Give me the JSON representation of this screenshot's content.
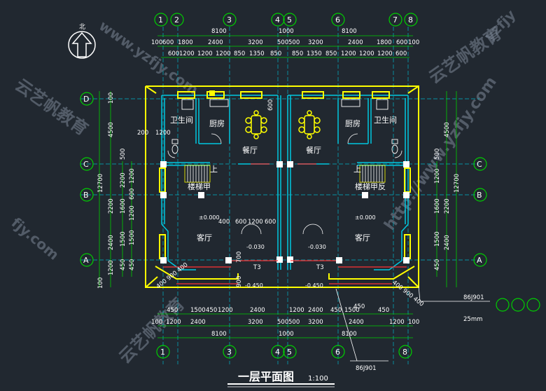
{
  "title": "一层平面图",
  "scale": "1:100",
  "north_label": "北",
  "axes_x": [
    "1",
    "2",
    "3",
    "4",
    "5",
    "6",
    "7",
    "8"
  ],
  "axes_y": [
    "D",
    "C",
    "B",
    "A"
  ],
  "dims": {
    "top_total": [
      "8100",
      "1000",
      "8100"
    ],
    "top_row1": [
      "100",
      "600",
      "1800",
      "2400",
      "3200",
      "500",
      "500",
      "3200",
      "2400",
      "1800",
      "600",
      "100"
    ],
    "top_row2": [
      "600",
      "1200",
      "1200",
      "1200",
      "850",
      "1350",
      "850",
      "850",
      "1350",
      "850",
      "1200",
      "1200",
      "1200",
      "600"
    ],
    "bottom_row1": [
      "450",
      "1500",
      "450",
      "1200",
      "2400",
      "1200",
      "2400",
      "450",
      "1500",
      "450"
    ],
    "bottom_row2": [
      "100",
      "1200",
      "2400",
      "3200",
      "500",
      "500",
      "3200",
      "2400",
      "1200",
      "100"
    ],
    "bottom_total": [
      "8100",
      "1000",
      "8100"
    ],
    "left_outer": [
      "100",
      "4500",
      "12700",
      "2200",
      "2400",
      "1200",
      "100"
    ],
    "left_inner": [
      "500",
      "2200",
      "1600",
      "1500",
      "450"
    ],
    "left_inner2": [
      "1200",
      "600",
      "1200",
      "1500",
      "450"
    ],
    "right_outer": [
      "4500",
      "12700",
      "2200",
      "2400"
    ],
    "right_inner": [
      "500",
      "1200",
      "1600",
      "1500",
      "450"
    ]
  },
  "rooms": {
    "bath_l": "卫生间",
    "kitchen_l": "厨房",
    "dining_l": "餐厅",
    "stair_l": "楼梯甲",
    "living_l": "客厅",
    "up_l": "上",
    "bath_r": "卫生间",
    "kitchen_r": "厨房",
    "dining_r": "餐厅",
    "stair_r": "楼梯甲反",
    "living_r": "客厅",
    "up_r": "上"
  },
  "labels": {
    "dim_200": "200",
    "dim_1200": "1200",
    "level_000_l": "±0.000",
    "level_000_r": "±0.000",
    "level_003_l": "-0.030",
    "level_003_r": "-0.030",
    "level_045_l": "-0.450",
    "level_045_r": "-0.450",
    "win_top": "600",
    "living_top": [
      "400",
      "600",
      "1200",
      "600"
    ],
    "door_700": "700",
    "door_900": "900",
    "bay_l": "400 900 400",
    "bay_r": "400 900 400",
    "t3_l": "T3",
    "t3_r": "T3",
    "ref_86": "86J901",
    "ref_86b": "86J901",
    "ref_25": "25mm",
    "dim_450_right": "450"
  },
  "watermarks": [
    "云艺帆教育",
    "www.yzfjy.com",
    "http://www.yzfjy.com",
    "云艺帆教育",
    "云艺帆教育",
    "yzfjy",
    "fjy.com"
  ],
  "colors": {
    "background": "#212830",
    "wall_yellow": "#ffff00",
    "wall_cyan": "#00c8e0",
    "axis_green": "#00d000",
    "window_red": "#ff3333",
    "dim_white": "#ffffff"
  }
}
